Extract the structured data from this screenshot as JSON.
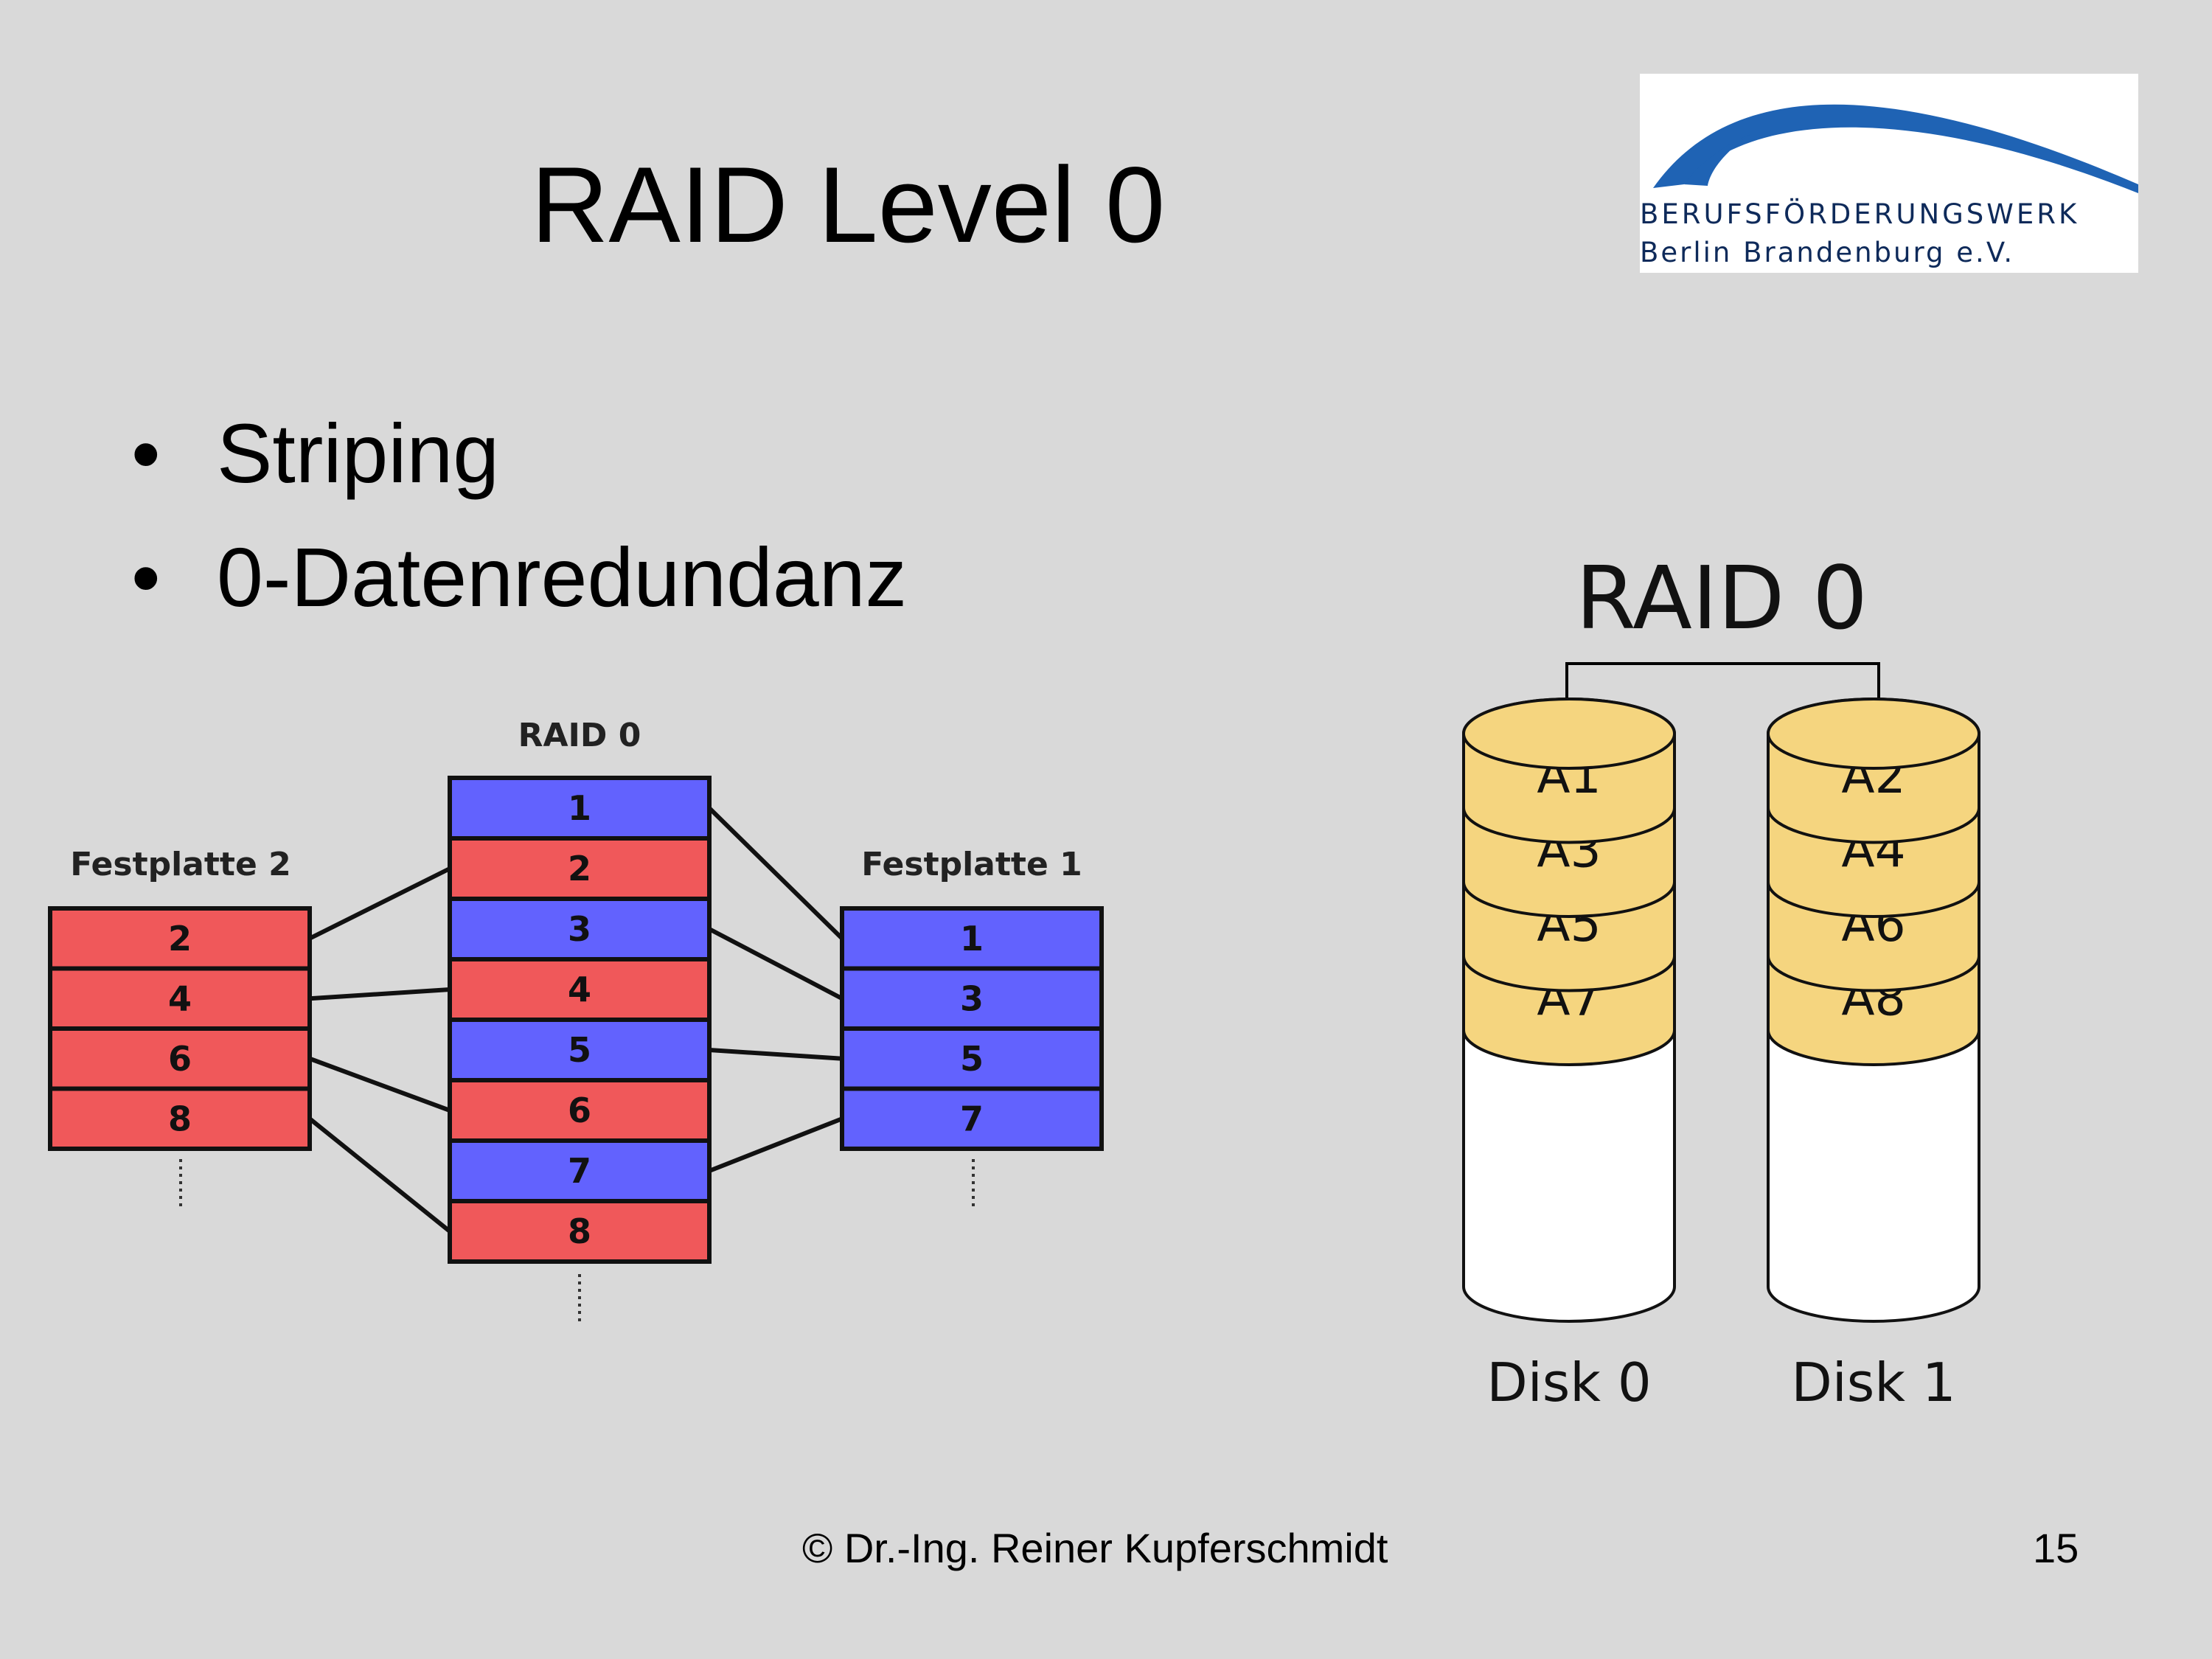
{
  "slide": {
    "title": "RAID Level 0",
    "bullets": [
      "Striping",
      "0-Datenredundanz"
    ],
    "footer": "© Dr.-Ing. Reiner Kupferschmidt",
    "page_number": "15"
  },
  "logo": {
    "line1": "BERUFSFÖRDERUNGSWERK",
    "line2": "Berlin Brandenburg e.V.",
    "color": "#1f63b4"
  },
  "left_diagram": {
    "title": "RAID 0",
    "raid_blocks": [
      "1",
      "2",
      "3",
      "4",
      "5",
      "6",
      "7",
      "8"
    ],
    "disk_left": {
      "label": "Festplatte 2",
      "blocks": [
        "2",
        "4",
        "6",
        "8"
      ]
    },
    "disk_right": {
      "label": "Festplatte 1",
      "blocks": [
        "1",
        "3",
        "5",
        "7"
      ]
    },
    "colors": {
      "odd": "#6262fe",
      "even": "#f0585a"
    }
  },
  "right_diagram": {
    "title": "RAID 0",
    "disks": [
      {
        "label": "Disk 0",
        "blocks": [
          "A1",
          "A3",
          "A5",
          "A7"
        ]
      },
      {
        "label": "Disk 1",
        "blocks": [
          "A2",
          "A4",
          "A6",
          "A8"
        ]
      }
    ],
    "block_color": "#f5d57f"
  }
}
